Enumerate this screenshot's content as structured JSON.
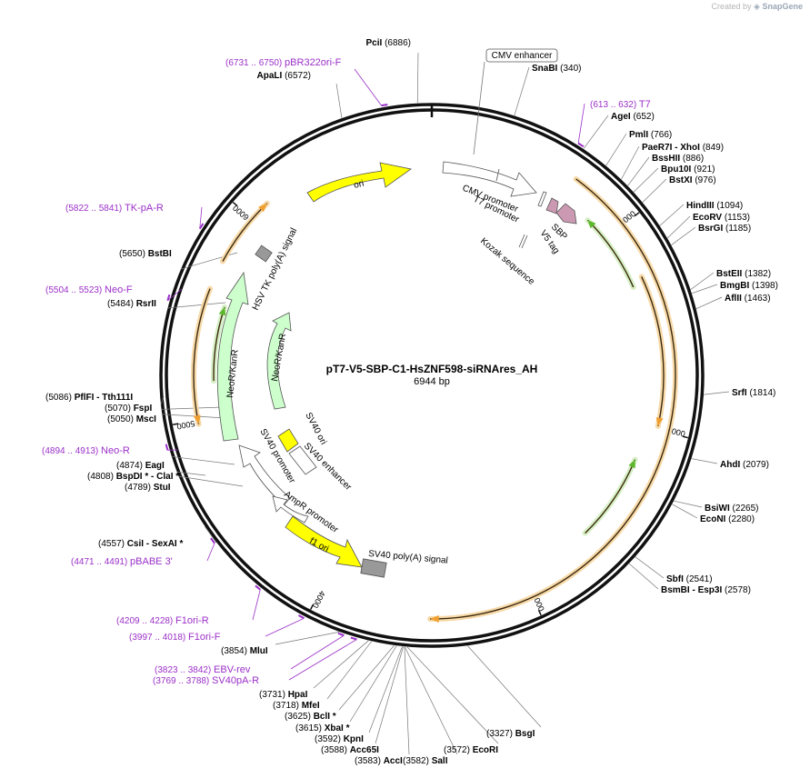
{
  "credit": {
    "prefix": "Created by",
    "brand": "SnapGene"
  },
  "map": {
    "title": "pT7-V5-SBP-C1-HsZNF598-siRNAres_AH",
    "size_label": "6944 bp",
    "total_bp": 6944,
    "ticks": [
      {
        "bp": 1000,
        "label": "1000"
      },
      {
        "bp": 2000,
        "label": "2000"
      },
      {
        "bp": 3000,
        "label": "3000"
      },
      {
        "bp": 4000,
        "label": "4000"
      },
      {
        "bp": 5000,
        "label": "5000"
      },
      {
        "bp": 6000,
        "label": "6000"
      }
    ]
  },
  "colors": {
    "primer": "#9b30c8",
    "orf_outer": "#f0a030",
    "orf_outer_halo": "#f7d9a8",
    "orf_green": "#5cb82d",
    "orf_green_halo": "#d6efc4",
    "ori": "#ffff00",
    "neo": "#ccffcc",
    "polyA": "#999999",
    "sbp": "#cc99b2"
  },
  "enzymes": [
    {
      "name": "PciI",
      "pos": "6886",
      "bp": 6886
    },
    {
      "name": "ApaLI",
      "pos": "6572",
      "bp": 6572
    },
    {
      "name": "SnaBI",
      "pos": "340",
      "bp": 340
    },
    {
      "name": "AgeI",
      "pos": "652",
      "bp": 652
    },
    {
      "name": "PmlI",
      "pos": "766",
      "bp": 766
    },
    {
      "name": "PaeR7I",
      "extra": " - XhoI",
      "pos": "849",
      "bp": 849
    },
    {
      "name": "BssHII",
      "pos": "886",
      "bp": 886
    },
    {
      "name": "Bpu10I",
      "pos": "921",
      "bp": 921
    },
    {
      "name": "BstXI",
      "pos": "976",
      "bp": 976
    },
    {
      "name": "HindIII",
      "pos": "1094",
      "bp": 1094
    },
    {
      "name": "EcoRV",
      "pos": "1153",
      "bp": 1153
    },
    {
      "name": "BsrGI",
      "pos": "1185",
      "bp": 1185
    },
    {
      "name": "BstEII",
      "pos": "1382",
      "bp": 1382
    },
    {
      "name": "BmgBI",
      "pos": "1398",
      "bp": 1398
    },
    {
      "name": "AflII",
      "pos": "1463",
      "bp": 1463
    },
    {
      "name": "SrfI",
      "pos": "1814",
      "bp": 1814
    },
    {
      "name": "AhdI",
      "pos": "2079",
      "bp": 2079
    },
    {
      "name": "BsiWI",
      "pos": "2265",
      "bp": 2265
    },
    {
      "name": "EcoNI",
      "pos": "2280",
      "bp": 2280
    },
    {
      "name": "SbfI",
      "pos": "2541",
      "bp": 2541
    },
    {
      "name": "BsmBI",
      "extra": " - Esp3I",
      "pos": "2578",
      "bp": 2578
    },
    {
      "name": "BsgI",
      "pos": "3327",
      "bp": 3327
    },
    {
      "name": "EcoRI",
      "pos": "3572",
      "bp": 3572
    },
    {
      "name": "SalI",
      "pos": "3582",
      "bp": 3582
    },
    {
      "name": "AccI",
      "pos": "3583",
      "bp": 3583
    },
    {
      "name": "Acc65I",
      "pos": "3588",
      "bp": 3588
    },
    {
      "name": "KpnI",
      "pos": "3592",
      "bp": 3592
    },
    {
      "name": "XbaI *",
      "pos": "3615",
      "bp": 3615
    },
    {
      "name": "BclI *",
      "pos": "3625",
      "bp": 3625
    },
    {
      "name": "MfeI",
      "pos": "3718",
      "bp": 3718
    },
    {
      "name": "HpaI",
      "pos": "3731",
      "bp": 3731
    },
    {
      "name": "MluI",
      "pos": "3854",
      "bp": 3854
    },
    {
      "name": "CsiI",
      "extra": " - SexAI *",
      "pos": "4557",
      "bp": 4557
    },
    {
      "name": "StuI",
      "pos": "4789",
      "bp": 4789
    },
    {
      "name": "BspDI *",
      "extra": " - ClaI *",
      "pos": "4808",
      "bp": 4808
    },
    {
      "name": "EagI",
      "pos": "4874",
      "bp": 4874
    },
    {
      "name": "MscI",
      "pos": "5050",
      "bp": 5050
    },
    {
      "name": "FspI",
      "pos": "5070",
      "bp": 5070
    },
    {
      "name": "PflFI",
      "extra": " - Tth111I",
      "pos": "5086",
      "bp": 5086
    },
    {
      "name": "RsrII",
      "pos": "5484",
      "bp": 5484
    },
    {
      "name": "BstBI",
      "pos": "5650",
      "bp": 5650
    }
  ],
  "primers": [
    {
      "name": "pBR322ori-F",
      "range": "(6731 .. 6750)",
      "bp": 6740
    },
    {
      "name": "T7",
      "range": "(613 .. 632)",
      "bp": 622
    },
    {
      "name": "TK-pA-R",
      "range": "(5822 .. 5841)",
      "bp": 5831
    },
    {
      "name": "Neo-F",
      "range": "(5504 .. 5523)",
      "bp": 5513
    },
    {
      "name": "Neo-R",
      "range": "(4894 .. 4913)",
      "bp": 4903
    },
    {
      "name": "pBABE 3'",
      "range": "(4471 .. 4491)",
      "bp": 4481
    },
    {
      "name": "F1ori-R",
      "range": "(4209 .. 4228)",
      "bp": 4218
    },
    {
      "name": "F1ori-F",
      "range": "(3997 .. 4018)",
      "bp": 4007
    },
    {
      "name": "EBV-rev",
      "range": "(3823 .. 3842)",
      "bp": 3832
    },
    {
      "name": "SV40pA-R",
      "range": "(3769 .. 3788)",
      "bp": 3778
    }
  ],
  "features": {
    "cmv_enhancer": "CMV enhancer",
    "cmv_promoter": "CMV promoter",
    "t7_promoter": "T7 promoter",
    "kozak": "Kozak sequence",
    "sbp": "SBP",
    "v5_tag": "V5 tag",
    "ori": "ori",
    "hsv_tk": "HSV TK poly(A) signal",
    "neo_outer": "NeoR/KanR",
    "neo_inner": "NeoR/KanR",
    "sv40_ori": "SV40 ori",
    "sv40_enhancer": "SV40 enhancer",
    "sv40_promoter": "SV40 promoter",
    "ampr_promoter": "AmpR promoter",
    "f1_ori": "f1 ori",
    "sv40_polyA": "SV40 poly(A) signal"
  }
}
